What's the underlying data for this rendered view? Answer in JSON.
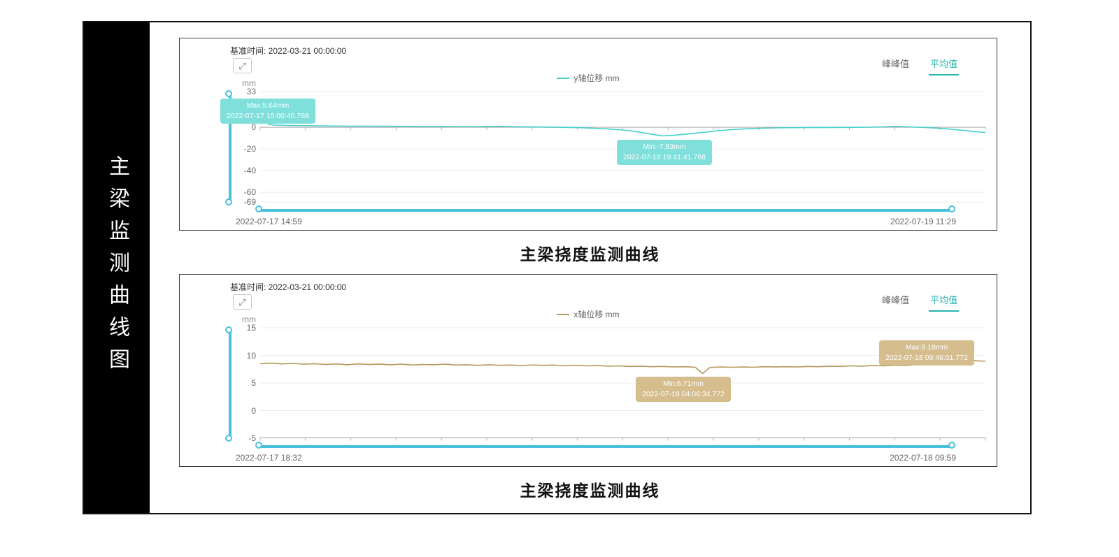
{
  "sidebar": {
    "title": "主梁监测曲线图"
  },
  "panels": [
    {
      "baseline": "基准时间: 2022-03-21 00:00:00",
      "toggles": {
        "peak": "峰峰值",
        "average": "平均值",
        "active": "平均值"
      },
      "legend_label": "y轴位移 mm",
      "unit": "mm",
      "x_start": "2022-07-17 14:59",
      "x_end": "2022-07-19 11:29",
      "max_badge": {
        "value": "Max:5.64mm",
        "time": "2022-07-17 15:00:40.768"
      },
      "min_badge": {
        "value": "Min:-7.93mm",
        "time": "2022-07-18 19:41:41.768"
      },
      "caption": "主梁挠度监测曲线"
    },
    {
      "baseline": "基准时间: 2022-03-21 00:00:00",
      "toggles": {
        "peak": "峰峰值",
        "average": "平均值",
        "active": "平均值"
      },
      "legend_label": "x轴位移 mm",
      "unit": "mm",
      "x_start": "2022-07-17 18:32",
      "x_end": "2022-07-18 09:59",
      "max_badge": {
        "value": "Max:9.18mm",
        "time": "2022-07-18 09:46:01.772"
      },
      "min_badge": {
        "value": "Min:6.71mm",
        "time": "2022-07-18 04:06:34.772"
      },
      "caption": "主梁挠度监测曲线"
    }
  ],
  "chart_data": [
    {
      "type": "line",
      "title": "主梁挠度监测曲线",
      "series_name": "y轴位移",
      "ylabel": "mm",
      "color": "#45d0cb",
      "badge_color": "#7edfdb",
      "ylim": [
        -69,
        33
      ],
      "y_ticks": [
        33,
        0,
        -20,
        -40,
        -60,
        -69
      ],
      "axis_y": 0,
      "x_range": [
        "2022-07-17 14:59",
        "2022-07-19 11:29"
      ],
      "max": {
        "value_mm": 5.64,
        "time": "2022-07-17 15:00:40.768"
      },
      "min": {
        "value_mm": -7.93,
        "time": "2022-07-18 19:41:41.768"
      },
      "points": [
        [
          0,
          3.2
        ],
        [
          0.6,
          5.64
        ],
        [
          1.2,
          2.8
        ],
        [
          2,
          2.0
        ],
        [
          4,
          1.6
        ],
        [
          7,
          1.4
        ],
        [
          10,
          1.2
        ],
        [
          14,
          1.0
        ],
        [
          18,
          0.9
        ],
        [
          22,
          0.8
        ],
        [
          26,
          0.7
        ],
        [
          30,
          0.6
        ],
        [
          33,
          0.9
        ],
        [
          35,
          0.5
        ],
        [
          38,
          0.3
        ],
        [
          41,
          0.0
        ],
        [
          44,
          -0.4
        ],
        [
          46,
          -0.9
        ],
        [
          48,
          -1.5
        ],
        [
          50,
          -2.5
        ],
        [
          52,
          -4.2
        ],
        [
          54,
          -6.5
        ],
        [
          55.5,
          -7.93
        ],
        [
          57,
          -7.4
        ],
        [
          59,
          -6.2
        ],
        [
          61,
          -4.8
        ],
        [
          63,
          -3.3
        ],
        [
          65,
          -2.2
        ],
        [
          67,
          -1.4
        ],
        [
          69,
          -0.9
        ],
        [
          71,
          -0.6
        ],
        [
          73,
          -0.4
        ],
        [
          75,
          -0.3
        ],
        [
          78,
          -0.2
        ],
        [
          81,
          -0.1
        ],
        [
          84,
          0.1
        ],
        [
          86,
          0.4
        ],
        [
          87.5,
          0.9
        ],
        [
          89,
          0.5
        ],
        [
          90.5,
          0.1
        ],
        [
          92,
          -0.3
        ],
        [
          93.5,
          -0.8
        ],
        [
          95,
          -1.6
        ],
        [
          96.5,
          -2.6
        ],
        [
          98,
          -3.6
        ],
        [
          99,
          -4.3
        ],
        [
          100,
          -4.8
        ]
      ]
    },
    {
      "type": "line",
      "title": "主梁挠度监测曲线",
      "series_name": "x轴位移",
      "ylabel": "mm",
      "color": "#b5985a",
      "badge_color": "#d5bd8d",
      "ylim": [
        -5,
        15
      ],
      "y_ticks": [
        15,
        10,
        5,
        0,
        -5
      ],
      "axis_y": -5,
      "x_range": [
        "2022-07-17 18:32",
        "2022-07-18 09:59"
      ],
      "max": {
        "value_mm": 9.18,
        "time": "2022-07-18 09:46:01.772"
      },
      "min": {
        "value_mm": 6.71,
        "time": "2022-07-18 04:06:34.772"
      },
      "points": [
        [
          0,
          8.5
        ],
        [
          1.5,
          8.6
        ],
        [
          3,
          8.45
        ],
        [
          4.5,
          8.55
        ],
        [
          6,
          8.4
        ],
        [
          7.5,
          8.5
        ],
        [
          9,
          8.35
        ],
        [
          10.5,
          8.45
        ],
        [
          12,
          8.3
        ],
        [
          13.5,
          8.45
        ],
        [
          15,
          8.35
        ],
        [
          16.5,
          8.4
        ],
        [
          18,
          8.3
        ],
        [
          19.5,
          8.4
        ],
        [
          21,
          8.25
        ],
        [
          22.5,
          8.35
        ],
        [
          24,
          8.3
        ],
        [
          25.5,
          8.4
        ],
        [
          27,
          8.25
        ],
        [
          28.5,
          8.3
        ],
        [
          30,
          8.2
        ],
        [
          31.5,
          8.3
        ],
        [
          33,
          8.2
        ],
        [
          34.5,
          8.25
        ],
        [
          36,
          8.15
        ],
        [
          37.5,
          8.25
        ],
        [
          39,
          8.2
        ],
        [
          40.5,
          8.25
        ],
        [
          42,
          8.1
        ],
        [
          43.5,
          8.2
        ],
        [
          45,
          8.1
        ],
        [
          46.5,
          8.15
        ],
        [
          48,
          8.05
        ],
        [
          49.5,
          8.1
        ],
        [
          51,
          8.0
        ],
        [
          52.5,
          8.05
        ],
        [
          54,
          7.95
        ],
        [
          55.5,
          8.0
        ],
        [
          57,
          7.9
        ],
        [
          58.5,
          7.95
        ],
        [
          60,
          7.85
        ],
        [
          61,
          6.71
        ],
        [
          62,
          7.8
        ],
        [
          63.5,
          7.9
        ],
        [
          65,
          7.85
        ],
        [
          66.5,
          7.9
        ],
        [
          68,
          7.85
        ],
        [
          69.5,
          7.95
        ],
        [
          71,
          7.9
        ],
        [
          72.5,
          7.95
        ],
        [
          74,
          7.9
        ],
        [
          75.5,
          8.0
        ],
        [
          77,
          7.95
        ],
        [
          78.5,
          8.05
        ],
        [
          80,
          8.0
        ],
        [
          81.5,
          8.1
        ],
        [
          83,
          8.05
        ],
        [
          84.5,
          8.15
        ],
        [
          86,
          8.1
        ],
        [
          87.5,
          8.2
        ],
        [
          89,
          8.15
        ],
        [
          90.5,
          8.3
        ],
        [
          92,
          8.35
        ],
        [
          93.5,
          8.5
        ],
        [
          95,
          8.6
        ],
        [
          96,
          8.8
        ],
        [
          97,
          9.0
        ],
        [
          98,
          9.18
        ],
        [
          99,
          9.0
        ],
        [
          100,
          8.95
        ]
      ]
    }
  ]
}
